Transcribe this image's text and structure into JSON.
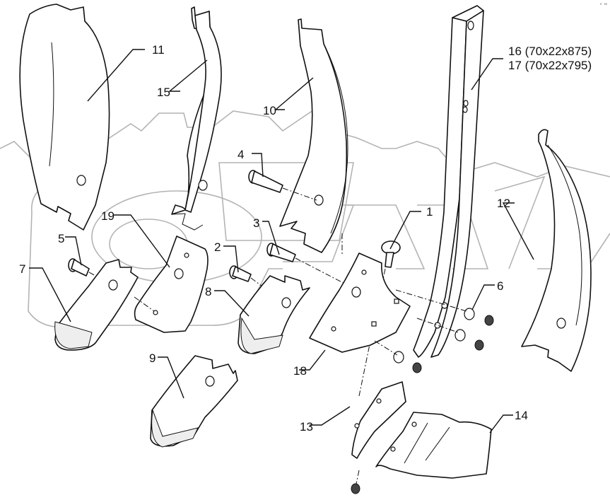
{
  "diagram": {
    "title": "Exploded parts diagram – chisel share / wing assembly",
    "watermark": "OPEX",
    "corner_mark": "•˙ ••",
    "callouts": [
      {
        "id": "1",
        "text": "1"
      },
      {
        "id": "2",
        "text": "2"
      },
      {
        "id": "3",
        "text": "3"
      },
      {
        "id": "4",
        "text": "4"
      },
      {
        "id": "5",
        "text": "5"
      },
      {
        "id": "6",
        "text": "6"
      },
      {
        "id": "7",
        "text": "7"
      },
      {
        "id": "8",
        "text": "8"
      },
      {
        "id": "9",
        "text": "9"
      },
      {
        "id": "10",
        "text": "10"
      },
      {
        "id": "11",
        "text": "11"
      },
      {
        "id": "12",
        "text": "12"
      },
      {
        "id": "13",
        "text": "13"
      },
      {
        "id": "14",
        "text": "14"
      },
      {
        "id": "15",
        "text": "15"
      },
      {
        "id": "16",
        "text": "16 (70x22x875)"
      },
      {
        "id": "17",
        "text": "17 (70x22x795)"
      },
      {
        "id": "18",
        "text": "18"
      },
      {
        "id": "19",
        "text": "19"
      }
    ]
  }
}
